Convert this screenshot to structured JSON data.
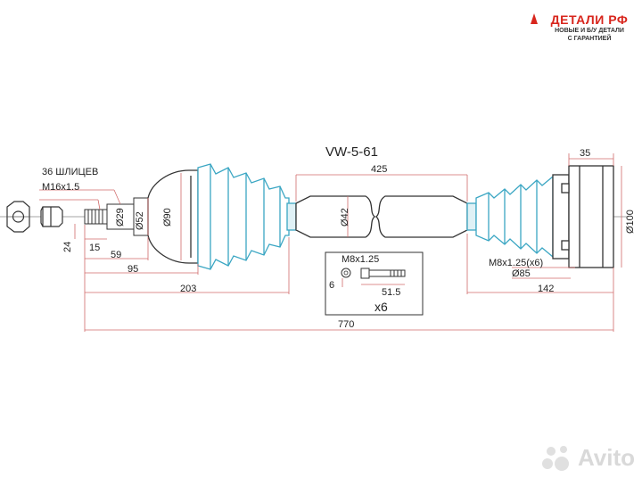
{
  "brand": {
    "name": "ДЕТАЛИ РФ",
    "tagline_1": "НОВЫЕ И Б/У ДЕТАЛИ",
    "tagline_2": "С ГАРАНТИЕЙ",
    "accent_color": "#d8261d"
  },
  "watermark": {
    "text": "Avito"
  },
  "part_number": "VW-5-61",
  "colors": {
    "boot": "#3aa6c3",
    "line": "#333333",
    "dimension": "#d06a6a"
  },
  "labels": {
    "splines": "36 ШЛИЦЕВ",
    "thread": "M16x1.5",
    "bolt_thread": "M8x1.25",
    "bolt_qty": "x6",
    "flange_bolts": "M8x1.25(x6)"
  },
  "dimensions": {
    "d29": "Ø29",
    "d52": "Ø52",
    "d90": "Ø90",
    "d42": "Ø42",
    "d100": "Ø100",
    "d85": "Ø85",
    "d15": "15",
    "d24": "24",
    "d59": "59",
    "d95": "95",
    "d203": "203",
    "d425": "425",
    "d35": "35",
    "d142": "142",
    "d770": "770",
    "d6": "6",
    "d51_5": "51.5"
  }
}
